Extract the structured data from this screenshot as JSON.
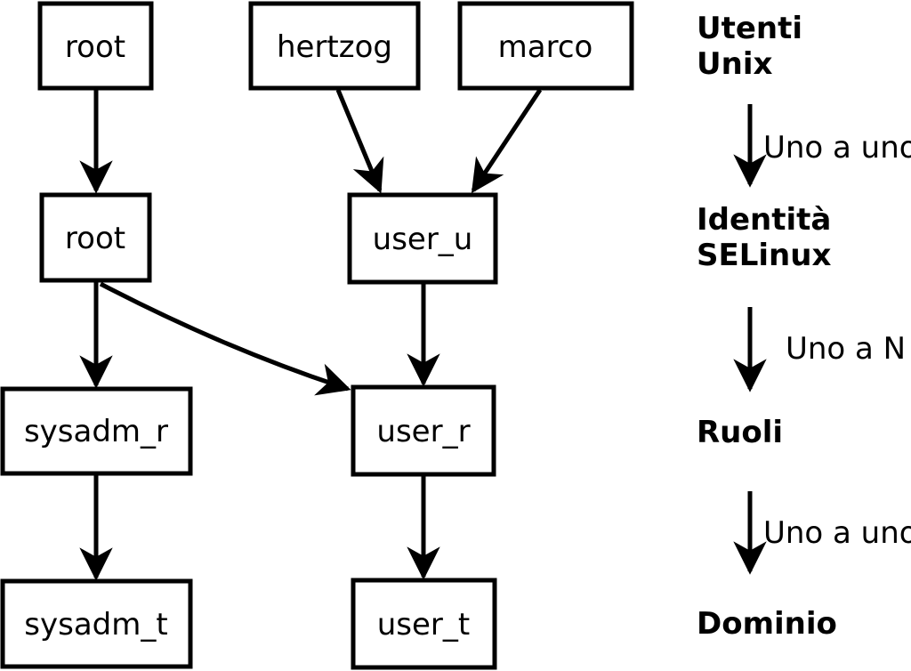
{
  "diagram": {
    "description": "SELinux mapping diagram: Unix users to SELinux identities to roles to domains",
    "colors": {
      "background": "#ffffff",
      "stroke": "#000000",
      "text": "#000000"
    }
  },
  "nodes": [
    {
      "id": "unix_root",
      "label": "root"
    },
    {
      "id": "unix_hertzog",
      "label": "hertzog"
    },
    {
      "id": "unix_marco",
      "label": "marco"
    },
    {
      "id": "selinux_root",
      "label": "root"
    },
    {
      "id": "selinux_user_u",
      "label": "user_u"
    },
    {
      "id": "role_sysadm_r",
      "label": "sysadm_r"
    },
    {
      "id": "role_user_r",
      "label": "user_r"
    },
    {
      "id": "domain_sysadm_t",
      "label": "sysadm_t"
    },
    {
      "id": "domain_user_t",
      "label": "user_t"
    }
  ],
  "edges": [
    {
      "from": "unix_root",
      "to": "selinux_root"
    },
    {
      "from": "unix_hertzog",
      "to": "selinux_user_u"
    },
    {
      "from": "unix_marco",
      "to": "selinux_user_u"
    },
    {
      "from": "selinux_root",
      "to": "role_sysadm_r"
    },
    {
      "from": "selinux_root",
      "to": "role_user_r"
    },
    {
      "from": "selinux_user_u",
      "to": "role_user_r"
    },
    {
      "from": "role_sysadm_r",
      "to": "domain_sysadm_t"
    },
    {
      "from": "role_user_r",
      "to": "domain_user_t"
    }
  ],
  "legend": {
    "stages": [
      {
        "lines": [
          "Utenti",
          "Unix"
        ]
      },
      {
        "lines": [
          "Identità",
          "SELinux"
        ]
      },
      {
        "lines": [
          "Ruoli"
        ]
      },
      {
        "lines": [
          "Dominio"
        ]
      }
    ],
    "relations": [
      "Uno a uno",
      "Uno a N",
      "Uno a uno"
    ]
  }
}
